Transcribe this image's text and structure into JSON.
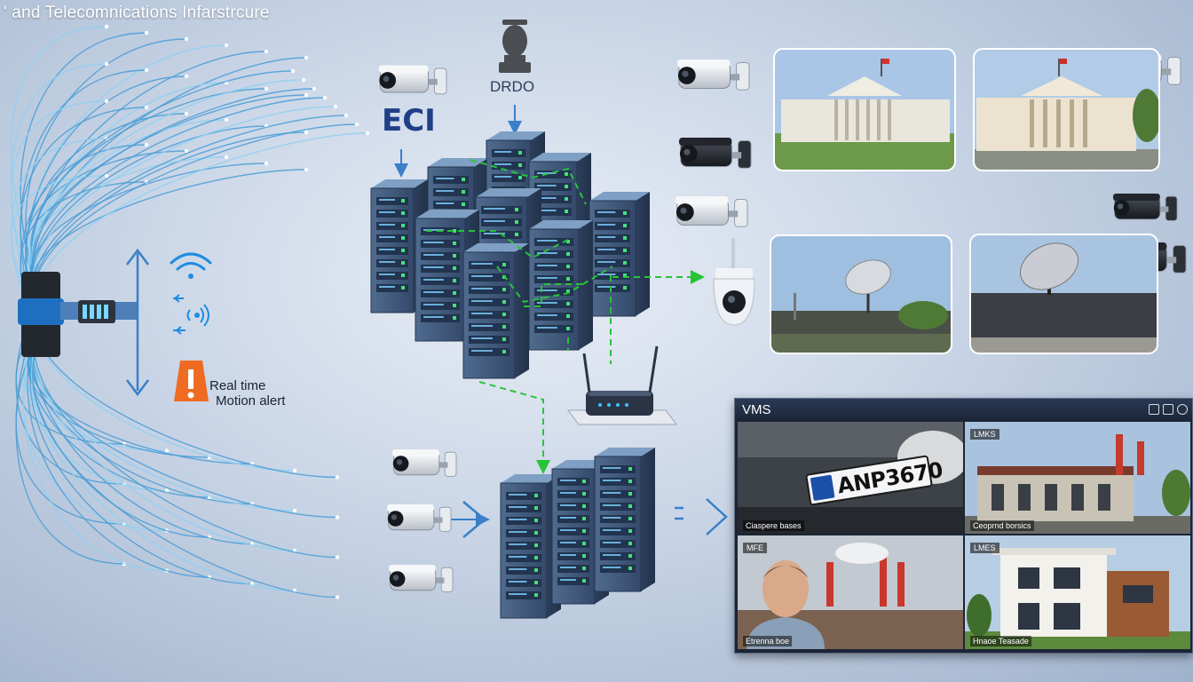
{
  "title": "' and Telecomnications Infarstrcure",
  "labels": {
    "eci": "ECI",
    "drdo": "DRDO",
    "alert_line1": "Real time",
    "alert_line2": "Motion alert"
  },
  "vms": {
    "title": "VMS",
    "tiles": [
      {
        "tag": "",
        "caption": "Ciaspere bases",
        "plate": "ANP3670"
      },
      {
        "tag": "LMKS",
        "caption": "Ceoprnd borsics"
      },
      {
        "tag": "MFE",
        "caption": "Etrenna boe"
      },
      {
        "tag": "LMES",
        "caption": "Hnaoe Teasade"
      }
    ]
  },
  "colors": {
    "server_body": "#3e5878",
    "server_top": "#7fa0c4",
    "link_green": "#27c43a",
    "arrow_blue": "#3a7fc8",
    "fiber": "#4a9ed6",
    "alert_orange": "#ef6b21"
  },
  "icons": [
    "wifi-icon",
    "signal-waves-icon",
    "warning-icon",
    "emblem-icon",
    "router-icon",
    "cctv-camera-icon",
    "dome-camera-icon"
  ]
}
